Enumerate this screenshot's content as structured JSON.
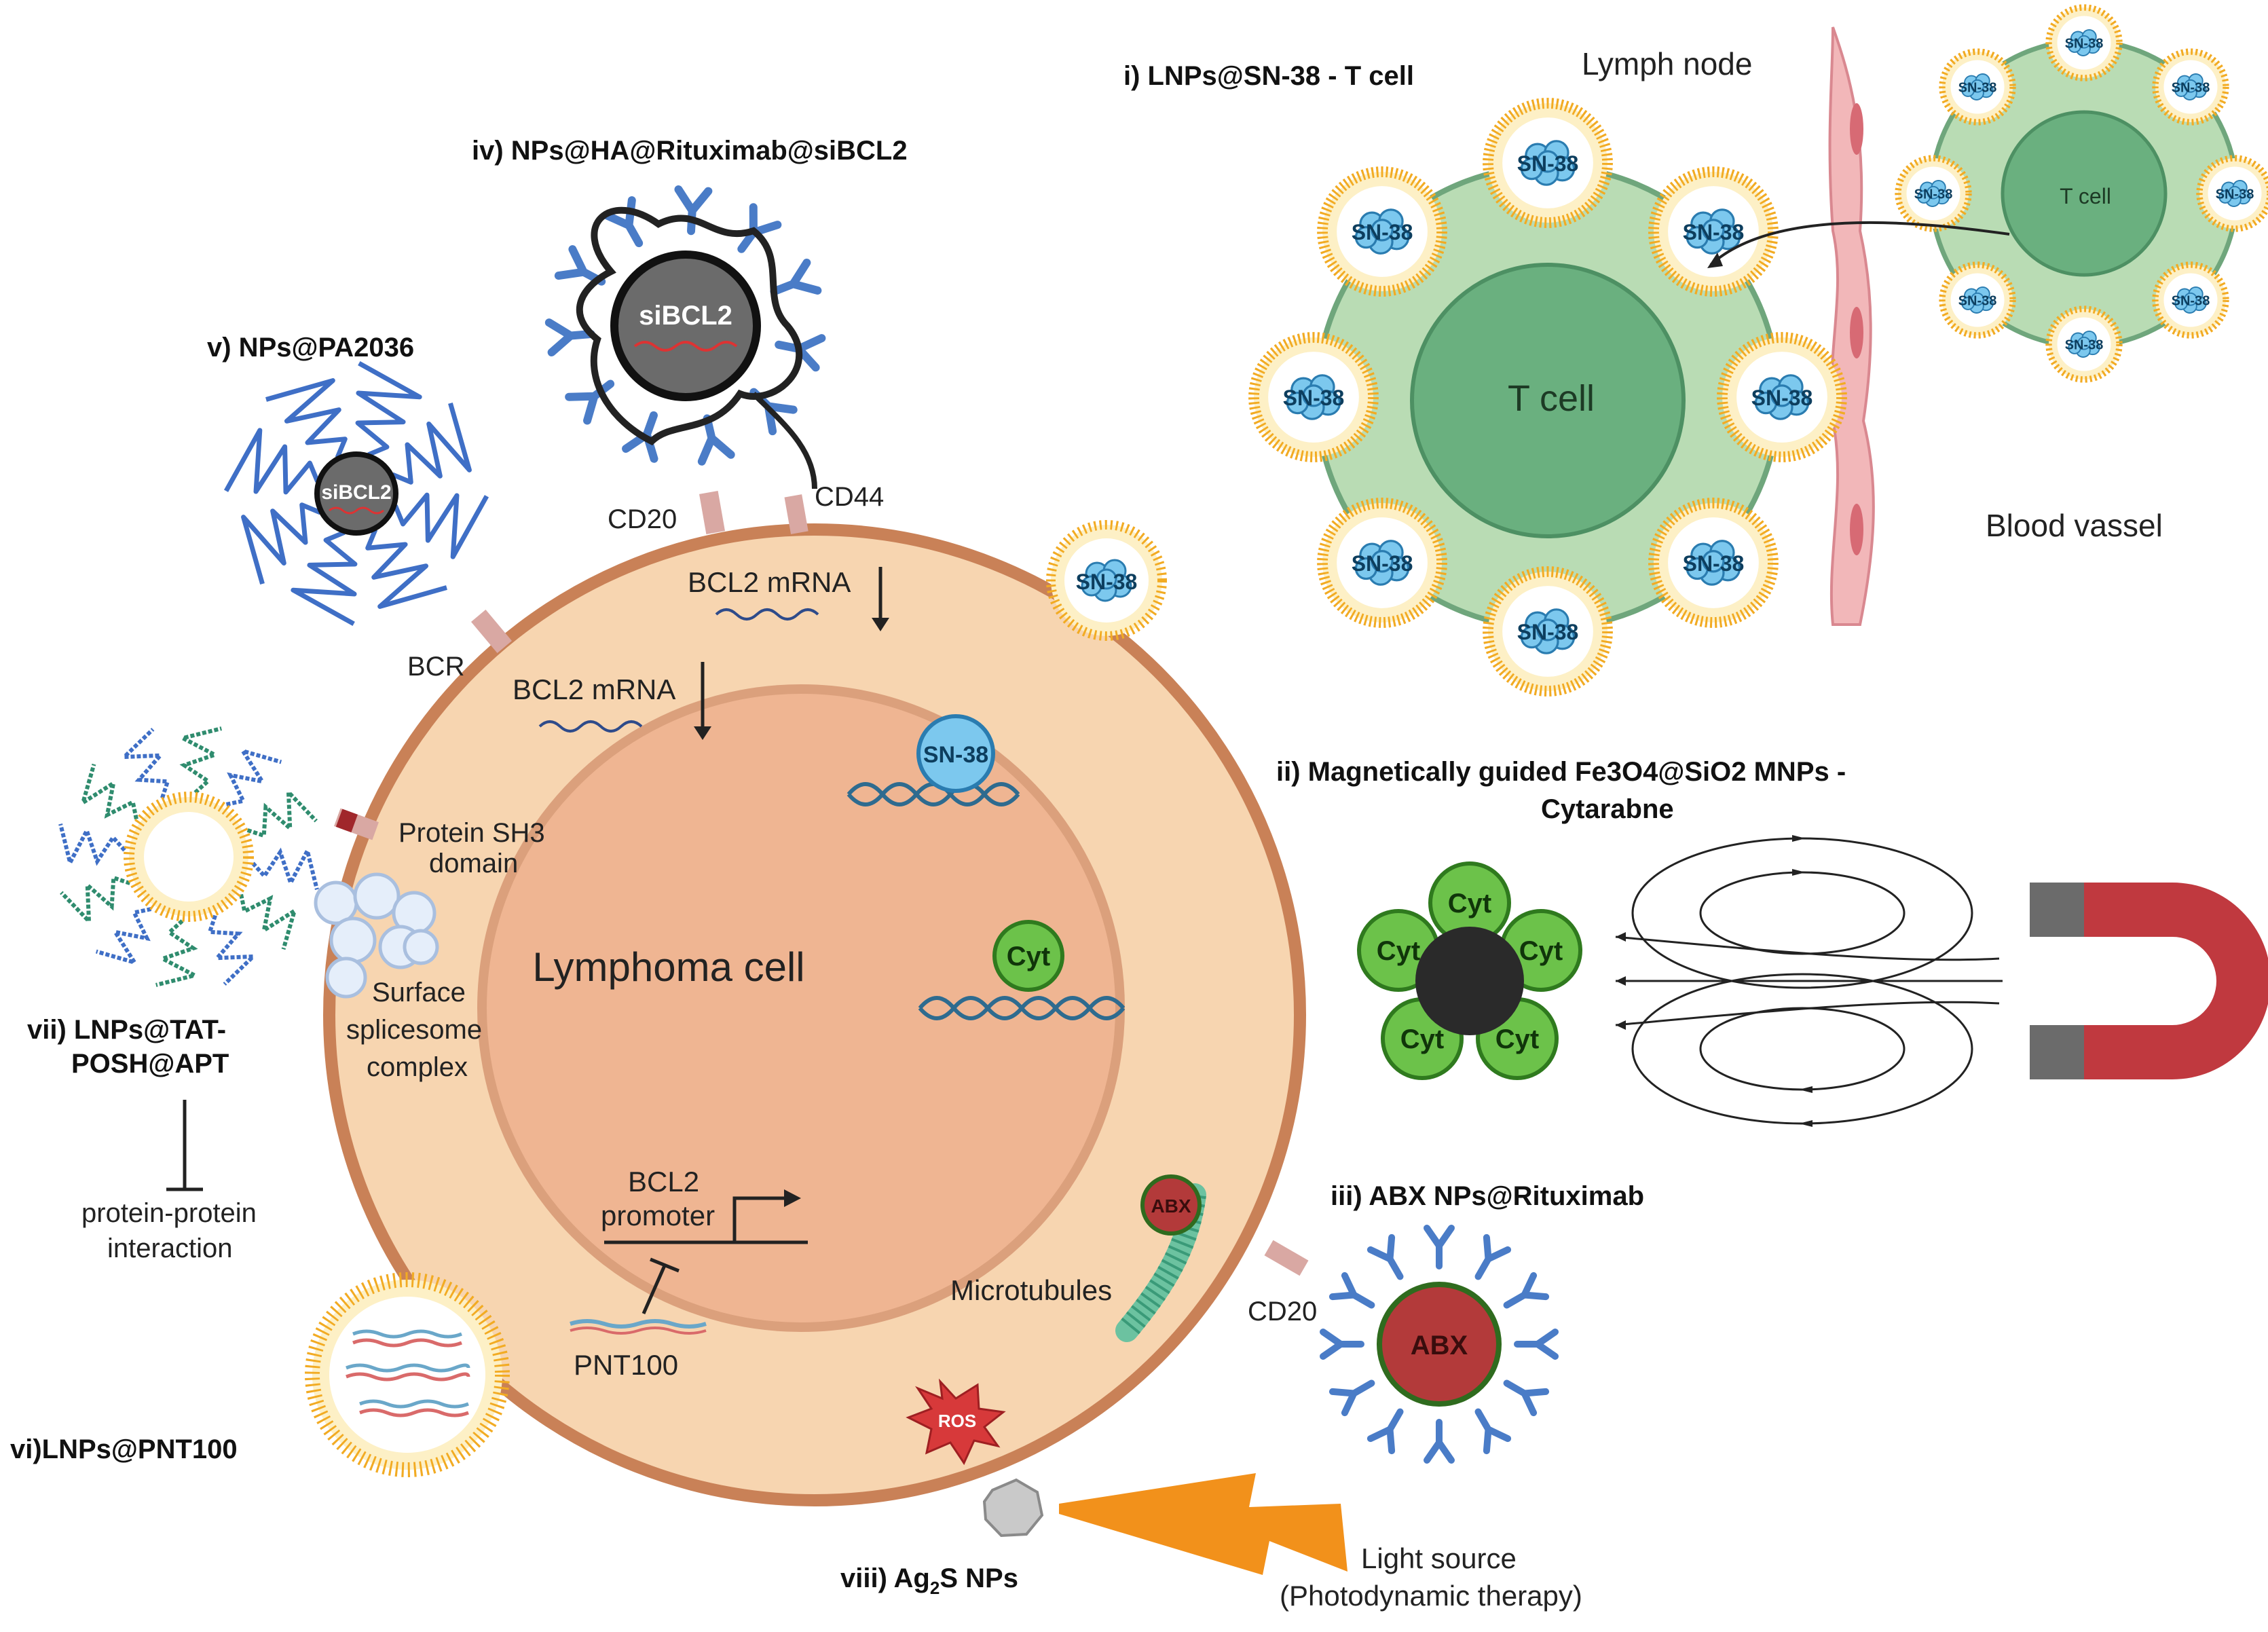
{
  "colors": {
    "cell_fill": "#f7d5b0",
    "cell_border": "#c98157",
    "nucleus_fill": "#efb592",
    "tcell_outer": "#b9dcb4",
    "tcell_inner": "#6ab07f",
    "sn38_blue": "#7cc8ee",
    "lipid_yellow": "#f2ab23",
    "cyt_green": "#6cc24a",
    "abx_red": "#b33a3a",
    "antibody_blue": "#4a7cc7",
    "magnet_red": "#c0393f",
    "magnet_gray": "#6b6b6b",
    "lightning": "#f2911b",
    "vessel": "#e9a0a5",
    "receptor": "#d9a8a3"
  },
  "labels": {
    "i_title": "i) LNPs@SN-38 - T cell",
    "lymph_node": "Lymph node",
    "blood_vessel": "Blood vassel",
    "t_cell_big": "T cell",
    "t_cell_small": "T cell",
    "sn38": "SN-38",
    "ii_title_line1": "ii) Magnetically guided Fe3O4@SiO2 MNPs -",
    "ii_title_line2": "Cytarabne",
    "cyt": "Cyt",
    "iii_title": "iii) ABX NPs@Rituximab",
    "abx": "ABX",
    "cd20_right": "CD20",
    "iv_title": "iv) NPs@HA@Rituximab@siBCL2",
    "sibcl2": "siBCL2",
    "cd20_top": "CD20",
    "cd44": "CD44",
    "v_title": "v) NPs@PA2036",
    "bcr": "BCR",
    "vi_title": "vi)LNPs@PNT100",
    "vii_title_line1": "vii) LNPs@TAT-",
    "vii_title_line2": "POSH@APT",
    "protein_sh3_line1": "Protein SH3",
    "protein_sh3_line2": "domain",
    "surface_line1": "Surface",
    "surface_line2": "splicesome",
    "surface_line3": "complex",
    "ppi_line1": "protein-protein",
    "ppi_line2": "interaction",
    "lymphoma_cell": "Lymphoma cell",
    "bcl2_mrna_1": "BCL2 mRNA",
    "bcl2_mrna_2": "BCL2 mRNA",
    "bcl2_line1": "BCL2",
    "bcl2_line2": "promoter",
    "pnt100": "PNT100",
    "microtubules": "Microtubules",
    "ros": "ROS",
    "viii_prefix": "viii) Ag",
    "viii_sub": "2",
    "viii_suffix": "S NPs",
    "light_line1": "Light source",
    "light_line2": "(Photodynamic therapy)"
  }
}
